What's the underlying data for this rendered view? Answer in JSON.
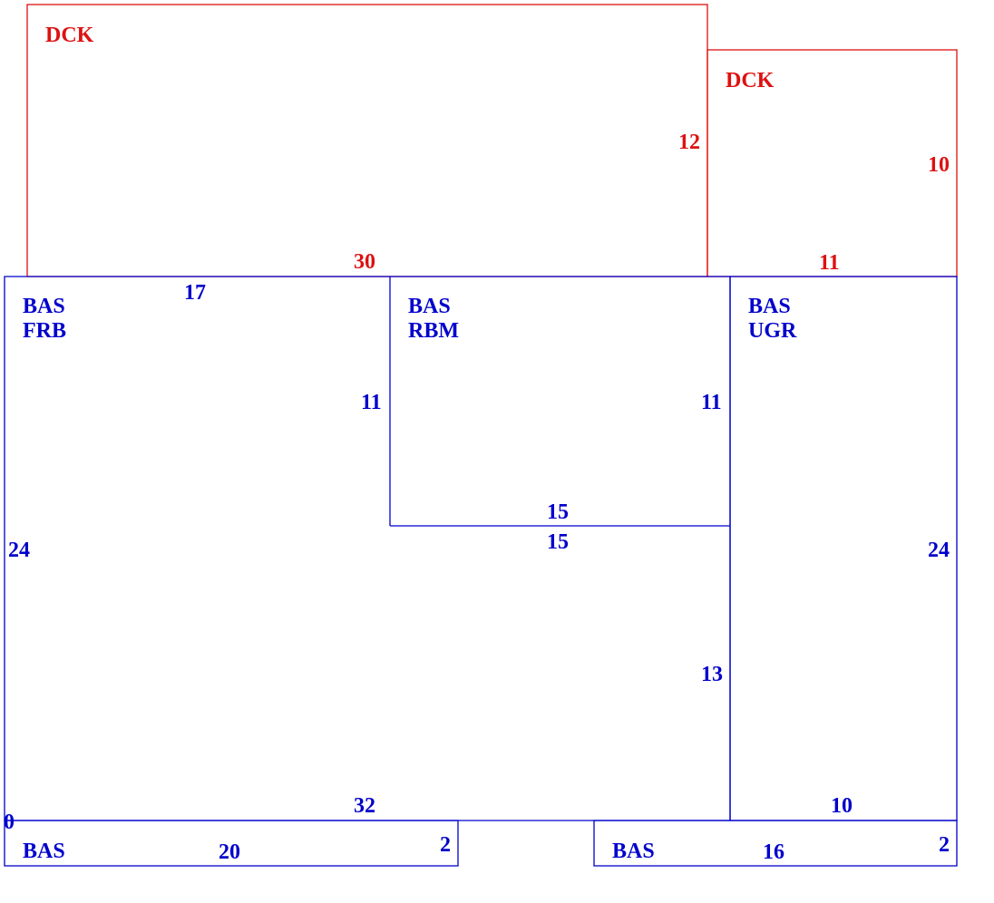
{
  "colors": {
    "deck": "#dd1111",
    "base": "#0000cc"
  },
  "deck_left": {
    "code": "DCK",
    "side_length": "12",
    "bottom_length": "30"
  },
  "deck_right": {
    "code": "DCK",
    "side_length": "10",
    "bottom_length": "11"
  },
  "base_frb": {
    "code1": "BAS",
    "code2": "FRB",
    "top_length": "17",
    "left_length": "24",
    "right_length": "11",
    "bottom_length": "32",
    "corner_label": "0"
  },
  "base_rbm": {
    "code1": "BAS",
    "code2": "RBM",
    "right_length": "11",
    "bottom_inner_length": "15",
    "bottom_outer_length": "15",
    "lower_right_length": "13"
  },
  "base_ugr": {
    "code1": "BAS",
    "code2": "UGR",
    "right_length": "24",
    "bottom_length": "10"
  },
  "base_strip_left": {
    "code": "BAS",
    "length": "20",
    "height": "2"
  },
  "base_strip_right": {
    "code": "BAS",
    "length": "16",
    "height": "2"
  }
}
